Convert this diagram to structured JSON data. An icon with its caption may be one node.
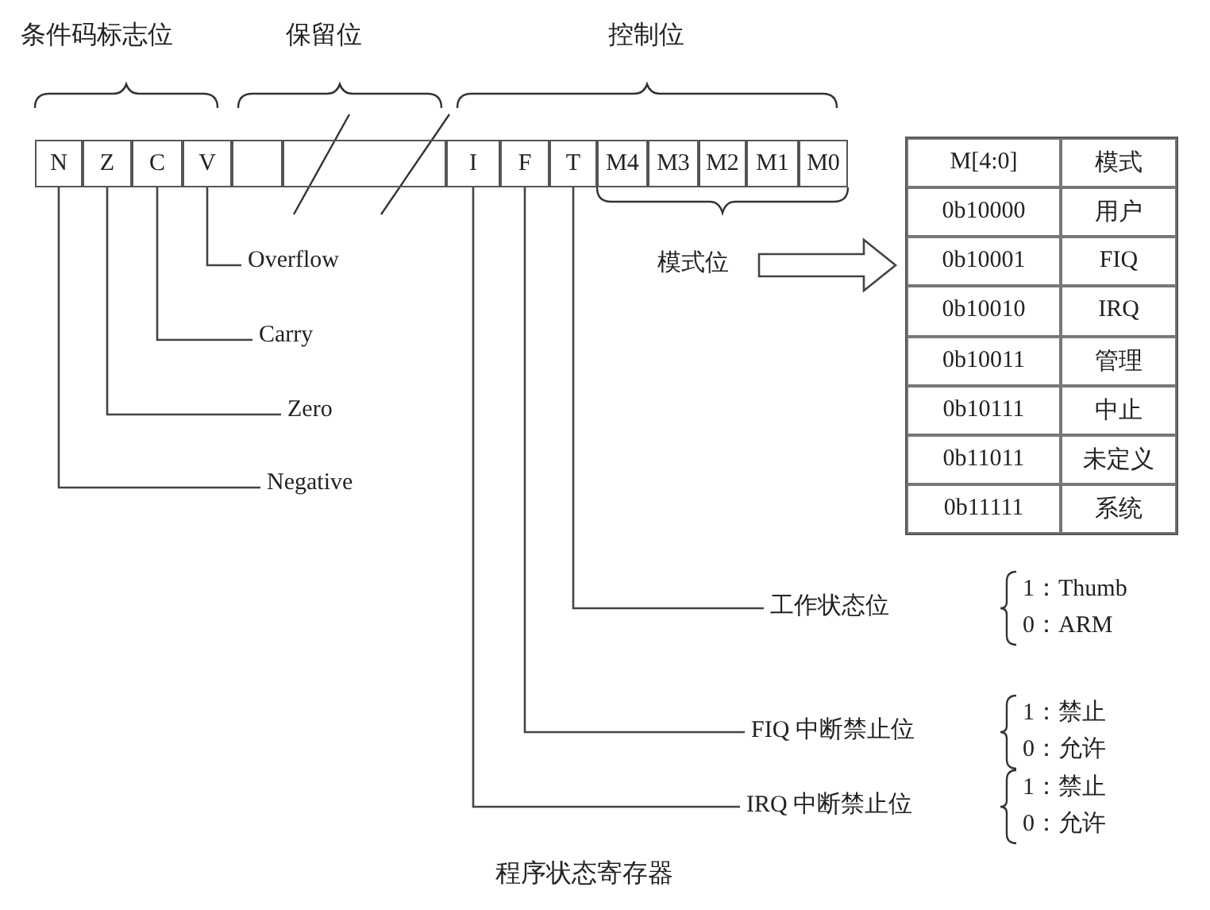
{
  "diagram": {
    "caption": "程序状态寄存器",
    "nodes": [
      {
        "text": [
          "N"
        ]
      },
      {
        "text": [
          "Z"
        ]
      },
      {
        "text": [
          "C"
        ]
      },
      {
        "text": [
          "V"
        ]
      },
      {
        "text": [],
        "shape": "box"
      },
      {
        "text": [],
        "shape": "box"
      },
      {
        "text": [
          "I"
        ]
      },
      {
        "text": [
          "F"
        ]
      },
      {
        "text": [
          "T"
        ]
      },
      {
        "text": [
          "M4"
        ]
      },
      {
        "text": [
          "M3"
        ]
      },
      {
        "text": [
          "M2"
        ]
      },
      {
        "text": [
          "M1"
        ]
      },
      {
        "text": [
          "M0"
        ]
      },
      {
        "text": [
          "模式位"
        ]
      },
      {
        "text": [],
        "shape": "box"
      },
      {
        "text": [
          "Overflow"
        ]
      },
      {
        "text": [
          "Carry"
        ]
      },
      {
        "text": [
          "Zero"
        ]
      },
      {
        "text": [
          "Negative"
        ]
      },
      {
        "text": [
          "工作状态位"
        ],
        "beside": [
          "1：Thumb",
          "0：ARM"
        ]
      },
      {
        "text": [
          "FIQ 中断禁止位"
        ],
        "beside": [
          "1：禁止",
          "0：允许"
        ]
      },
      {
        "text": [
          "IRQ 中断禁止位"
        ],
        "beside": [
          "1：禁止",
          "0：允许"
        ]
      }
    ],
    "edges": [
      {
        "from": 3,
        "to": 16,
        "arrow": "none"
      },
      {
        "from": 2,
        "to": 17,
        "arrow": "none"
      },
      {
        "from": 1,
        "to": 18,
        "arrow": "none"
      },
      {
        "from": 0,
        "to": 19,
        "arrow": "none"
      },
      {
        "from": 8,
        "to": 20,
        "arrow": "none"
      },
      {
        "from": 7,
        "to": 21,
        "arrow": "none"
      },
      {
        "from": 6,
        "to": 22,
        "arrow": "none"
      },
      {
        "from": 14,
        "to": 15,
        "arrow": "to"
      }
    ],
    "labels": [
      "条件码标志位",
      "保留位",
      "控制位",
      "M[4:0]",
      "模式",
      "0b10000",
      "用户",
      "0b10001",
      "FIQ",
      "0b10010",
      "IRQ",
      "0b10011",
      "管理",
      "0b10111",
      "中止",
      "0b11011",
      "未定义",
      "0b11111",
      "系统"
    ]
  }
}
